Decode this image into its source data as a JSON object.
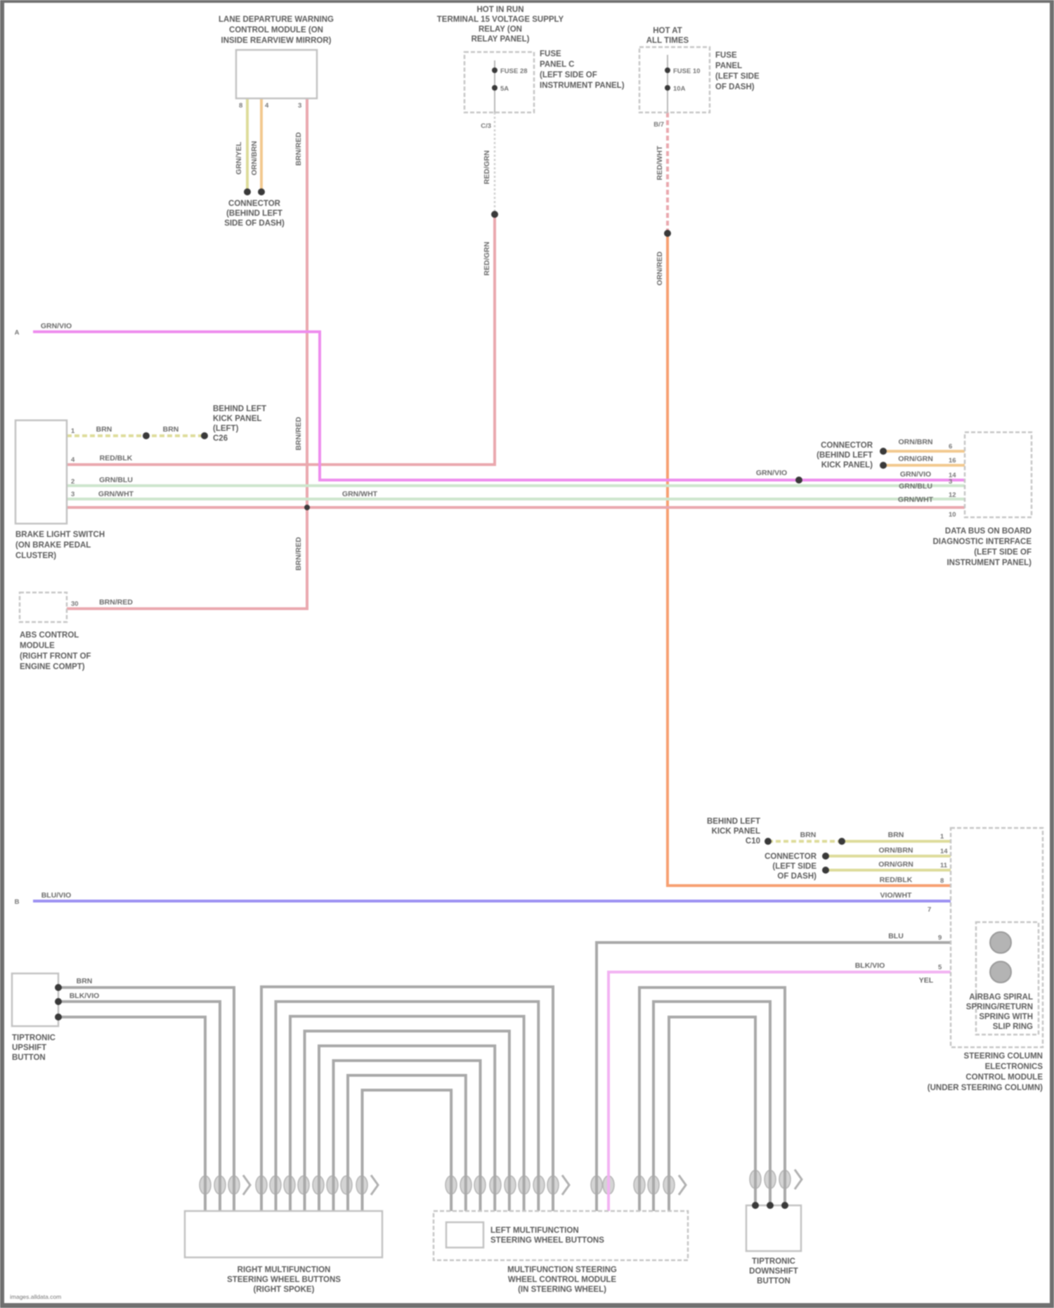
{
  "diagram": {
    "footer": "images.alldata.com",
    "off_page": {
      "a": "A",
      "b": "B"
    }
  },
  "colors": {
    "wire_magenta": "#ee8cee",
    "wire_red": "#eaa8ae",
    "wire_orange": "#f7a072",
    "wire_purple": "#9b8ff2",
    "wire_green": "#cde6cd",
    "wire_yellow": "#dedc9a",
    "wire_tan": "#f2c98f",
    "wire_gray": "#a9a9a9",
    "wire_pink": "#f2b2f2",
    "wire_light": "#cfcfcf",
    "splice_dot": "#3a3a3a",
    "frame": "#707070"
  },
  "components": {
    "lane_module": {
      "label": [
        "LANE DEPARTURE WARNING",
        "CONTROL MODULE (ON",
        "INSIDE REARVIEW MIRROR)"
      ],
      "pins": [
        "8",
        "4",
        "3"
      ]
    },
    "connector_top": {
      "label": [
        "CONNECTOR",
        "(BEHIND LEFT",
        "SIDE OF DASH)"
      ]
    },
    "fuse_run": {
      "header": [
        "HOT IN RUN",
        "TERMINAL 15 VOLTAGE SUPPLY",
        "RELAY (ON",
        "RELAY PANEL)"
      ],
      "fuse": "FUSE 28",
      "rating": "5A",
      "panel": [
        "FUSE",
        "PANEL C",
        "(LEFT SIDE OF",
        "INSTRUMENT PANEL)"
      ],
      "pin": "C/3"
    },
    "fuse_batt": {
      "header": [
        "HOT AT",
        "ALL TIMES"
      ],
      "fuse": "FUSE 10",
      "rating": "10A",
      "panel": [
        "FUSE",
        "PANEL",
        "(LEFT SIDE",
        "OF DASH)"
      ],
      "pin": "B/7"
    },
    "brake_switch": {
      "label": [
        "BRAKE LIGHT SWITCH",
        "(ON BRAKE PEDAL",
        "CLUSTER)"
      ],
      "pins": [
        "1",
        "4",
        "2",
        "3"
      ]
    },
    "splice_brake": {
      "label": [
        "BEHIND LEFT",
        "KICK PANEL",
        "(LEFT)",
        "C26"
      ]
    },
    "abs_module": {
      "label": [
        "ABS CONTROL",
        "MODULE",
        "(RIGHT FRONT OF",
        "ENGINE COMPT)"
      ],
      "pin": "30"
    },
    "data_bus": {
      "label": [
        "DATA BUS ON BOARD",
        "DIAGNOSTIC INTERFACE",
        "(LEFT SIDE OF",
        "INSTRUMENT PANEL)"
      ],
      "pins": [
        "6",
        "16",
        "14",
        "3",
        "12",
        "10"
      ]
    },
    "splice_data": {
      "label": [
        "CONNECTOR",
        "(BEHIND LEFT",
        "KICK PANEL)"
      ]
    },
    "steering_column": {
      "label": [
        "STEERING COLUMN",
        "ELECTRONICS",
        "CONTROL MODULE",
        "(UNDER STEERING COLUMN)"
      ],
      "pins": [
        "1",
        "14",
        "11",
        "8",
        "7",
        "9",
        "5"
      ]
    },
    "clock_spring": {
      "label": [
        "AIRBAG SPIRAL",
        "SPRING/RETURN",
        "SPRING WITH",
        "SLIP RING"
      ]
    },
    "splice_kick": {
      "label": [
        "BEHIND LEFT",
        "KICK PANEL",
        "C10"
      ]
    },
    "splice_dash": {
      "label": [
        "CONNECTOR",
        "(LEFT SIDE",
        "OF DASH)"
      ]
    },
    "tip_up": {
      "label": [
        "TIPTRONIC",
        "UPSHIFT",
        "BUTTON"
      ]
    },
    "tip_down": {
      "label": [
        "TIPTRONIC",
        "DOWNSHIFT",
        "BUTTON"
      ]
    },
    "right_buttons": {
      "label": [
        "RIGHT MULTIFUNCTION",
        "STEERING WHEEL BUTTONS",
        "(RIGHT SPOKE)"
      ]
    },
    "left_buttons": {
      "label": [
        "LEFT MULTIFUNCTION",
        "STEERING WHEEL BUTTONS"
      ]
    },
    "mfsw_module": {
      "label": [
        "MULTIFUNCTION STEERING",
        "WHEEL CONTROL MODULE",
        "(IN STEERING WHEEL)"
      ]
    }
  },
  "wires": {
    "lane_a": "GRN/YEL",
    "lane_b": "ORN/BRN",
    "lane_red_top": "BRN/RED",
    "lane_red_mid": "BRN/RED",
    "lane_red_bot": "BRN/RED",
    "fuse_run_top": "RED/GRN",
    "fuse_run_bottom": "RED/GRN",
    "fuse_batt_top": "RED/WHT",
    "fuse_batt_bottom": "ORN/RED",
    "magenta_left": "GRN/VIO",
    "magenta_right": "GRN/VIO",
    "brake_1a": "BRN",
    "brake_1b": "BRN",
    "brake_4": "RED/BLK",
    "brake_2": "GRN/BLU",
    "brake_3": "GRN/WHT",
    "brake_3b": "GRN/WHT",
    "abs": "BRN/RED",
    "data_1": "ORN/BRN",
    "data_2": "ORN/GRN",
    "data_3": "GRN/VIO",
    "data_4": "GRN/BLU",
    "data_5": "GRN/WHT",
    "steer_1a": "BRN",
    "steer_1b": "BRN",
    "steer_2": "ORN/BRN",
    "steer_3": "ORN/GRN",
    "steer_4": "RED/BLK",
    "steer_5": "VIO/WHT",
    "purple_left": "BLU/VIO",
    "clock_gray": "BLU",
    "clock_pink": "BLK/VIO",
    "clock_pink_b": "YEL",
    "tip_1": "BRN",
    "tip_2": "BLK/VIO"
  }
}
